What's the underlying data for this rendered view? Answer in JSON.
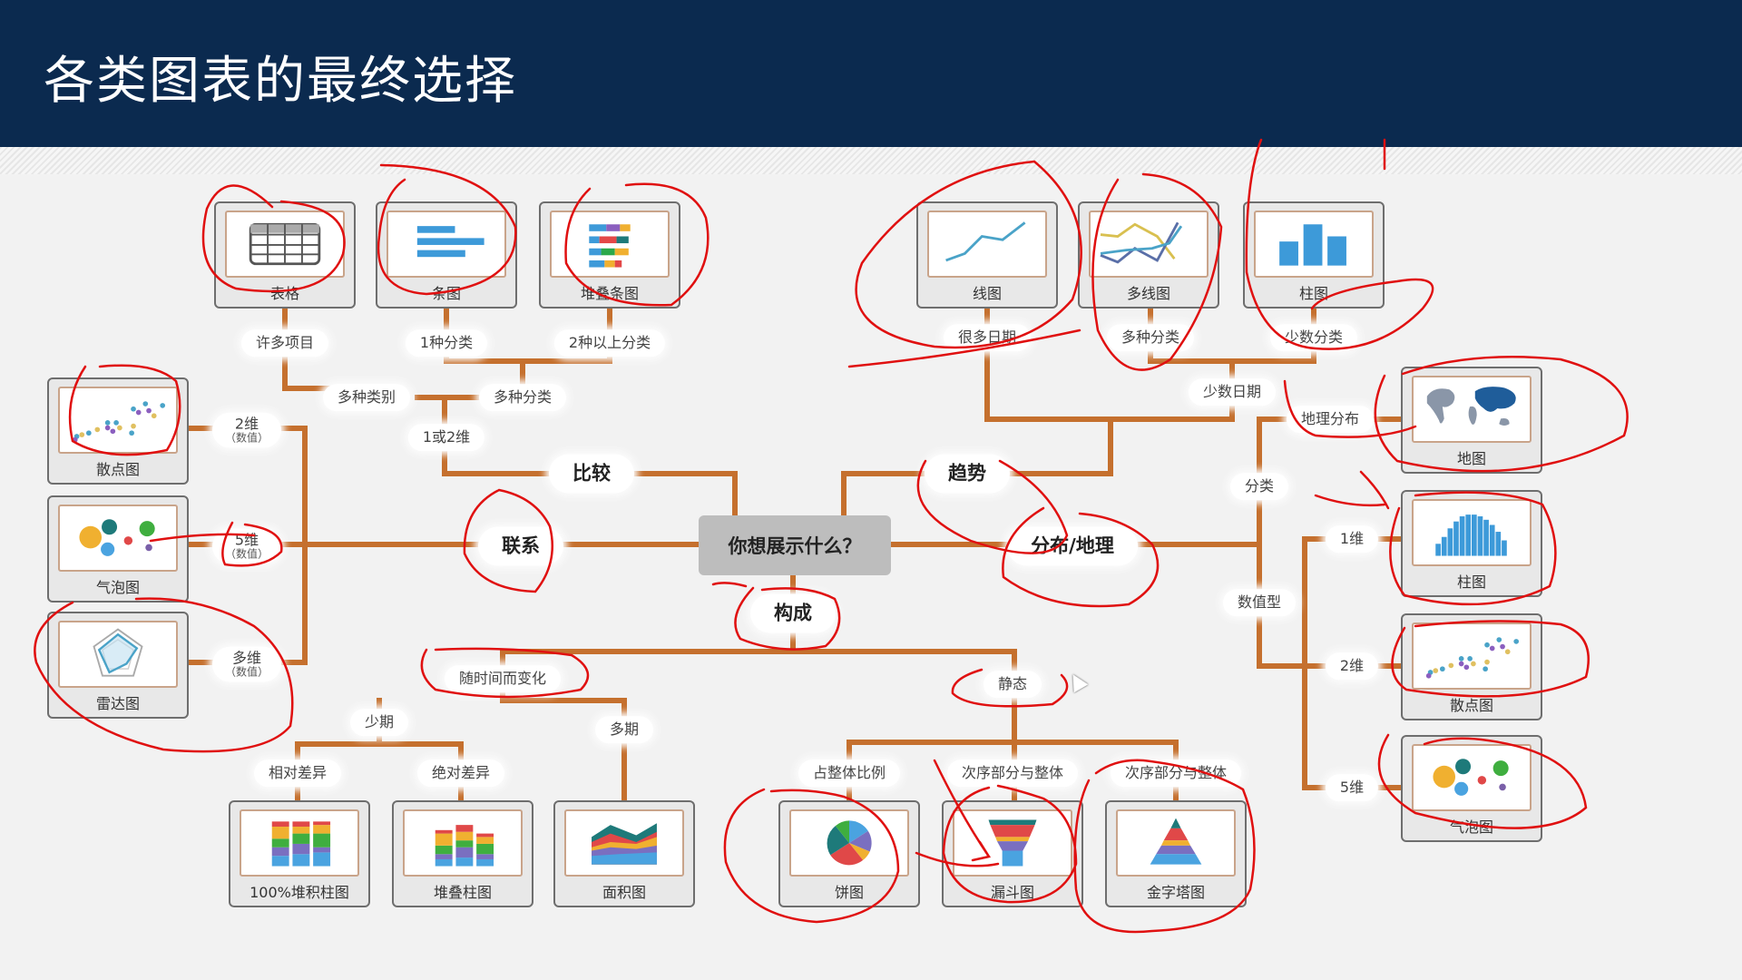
{
  "header": {
    "title": "各类图表的最终选择"
  },
  "colors": {
    "header_bg": "#0b2a4f",
    "connector": "#c5702e",
    "annotation": "#e01010",
    "hub_bg": "#bdbdbd"
  },
  "hub": {
    "label": "你想展示什么？"
  },
  "categories": {
    "comparison": "比较",
    "relationship": "联系",
    "trend": "趋势",
    "distribution": "分布/地理",
    "composition": "构成"
  },
  "conditions": {
    "many_items": "许多项目",
    "one_category": "1种分类",
    "two_plus_categories": "2种以上分类",
    "many_kinds": "多种类别",
    "multi_category": "多种分类",
    "one_or_two_dims": "1或2维",
    "dim2": {
      "main": "2维",
      "sub": "（数值）"
    },
    "dim5": {
      "main": "5维",
      "sub": "（数值）"
    },
    "multidim": {
      "main": "多维",
      "sub": "（数值）"
    },
    "many_dates": "很多日期",
    "multi_category_trend": "多种分类",
    "few_category": "少数分类",
    "few_dates": "少数日期",
    "geo": "地理分布",
    "categorical": "分类",
    "numeric": "数值型",
    "d1": "1维",
    "d2": "2维",
    "d5": "5维",
    "over_time": "随时间而变化",
    "static": "静态",
    "few_periods": "少期",
    "many_periods": "多期",
    "relative_diff": "相对差异",
    "absolute_diff": "绝对差异",
    "share_of_total": "占整体比例",
    "ordered_part_whole_1": "次序部分与整体",
    "ordered_part_whole_2": "次序部分与整体"
  },
  "charts": {
    "table": "表格",
    "bar": "条图",
    "stacked_bar": "堆叠条图",
    "scatter_left": "散点图",
    "bubble_left": "气泡图",
    "radar": "雷达图",
    "line": "线图",
    "multi_line": "多线图",
    "column_trend": "柱图",
    "map": "地图",
    "histogram": "柱图",
    "scatter_right": "散点图",
    "bubble_right": "气泡图",
    "stacked100": "100%堆积柱图",
    "stacked_column": "堆叠柱图",
    "area": "面积图",
    "pie": "饼图",
    "funnel": "漏斗图",
    "pyramid": "金字塔图"
  }
}
